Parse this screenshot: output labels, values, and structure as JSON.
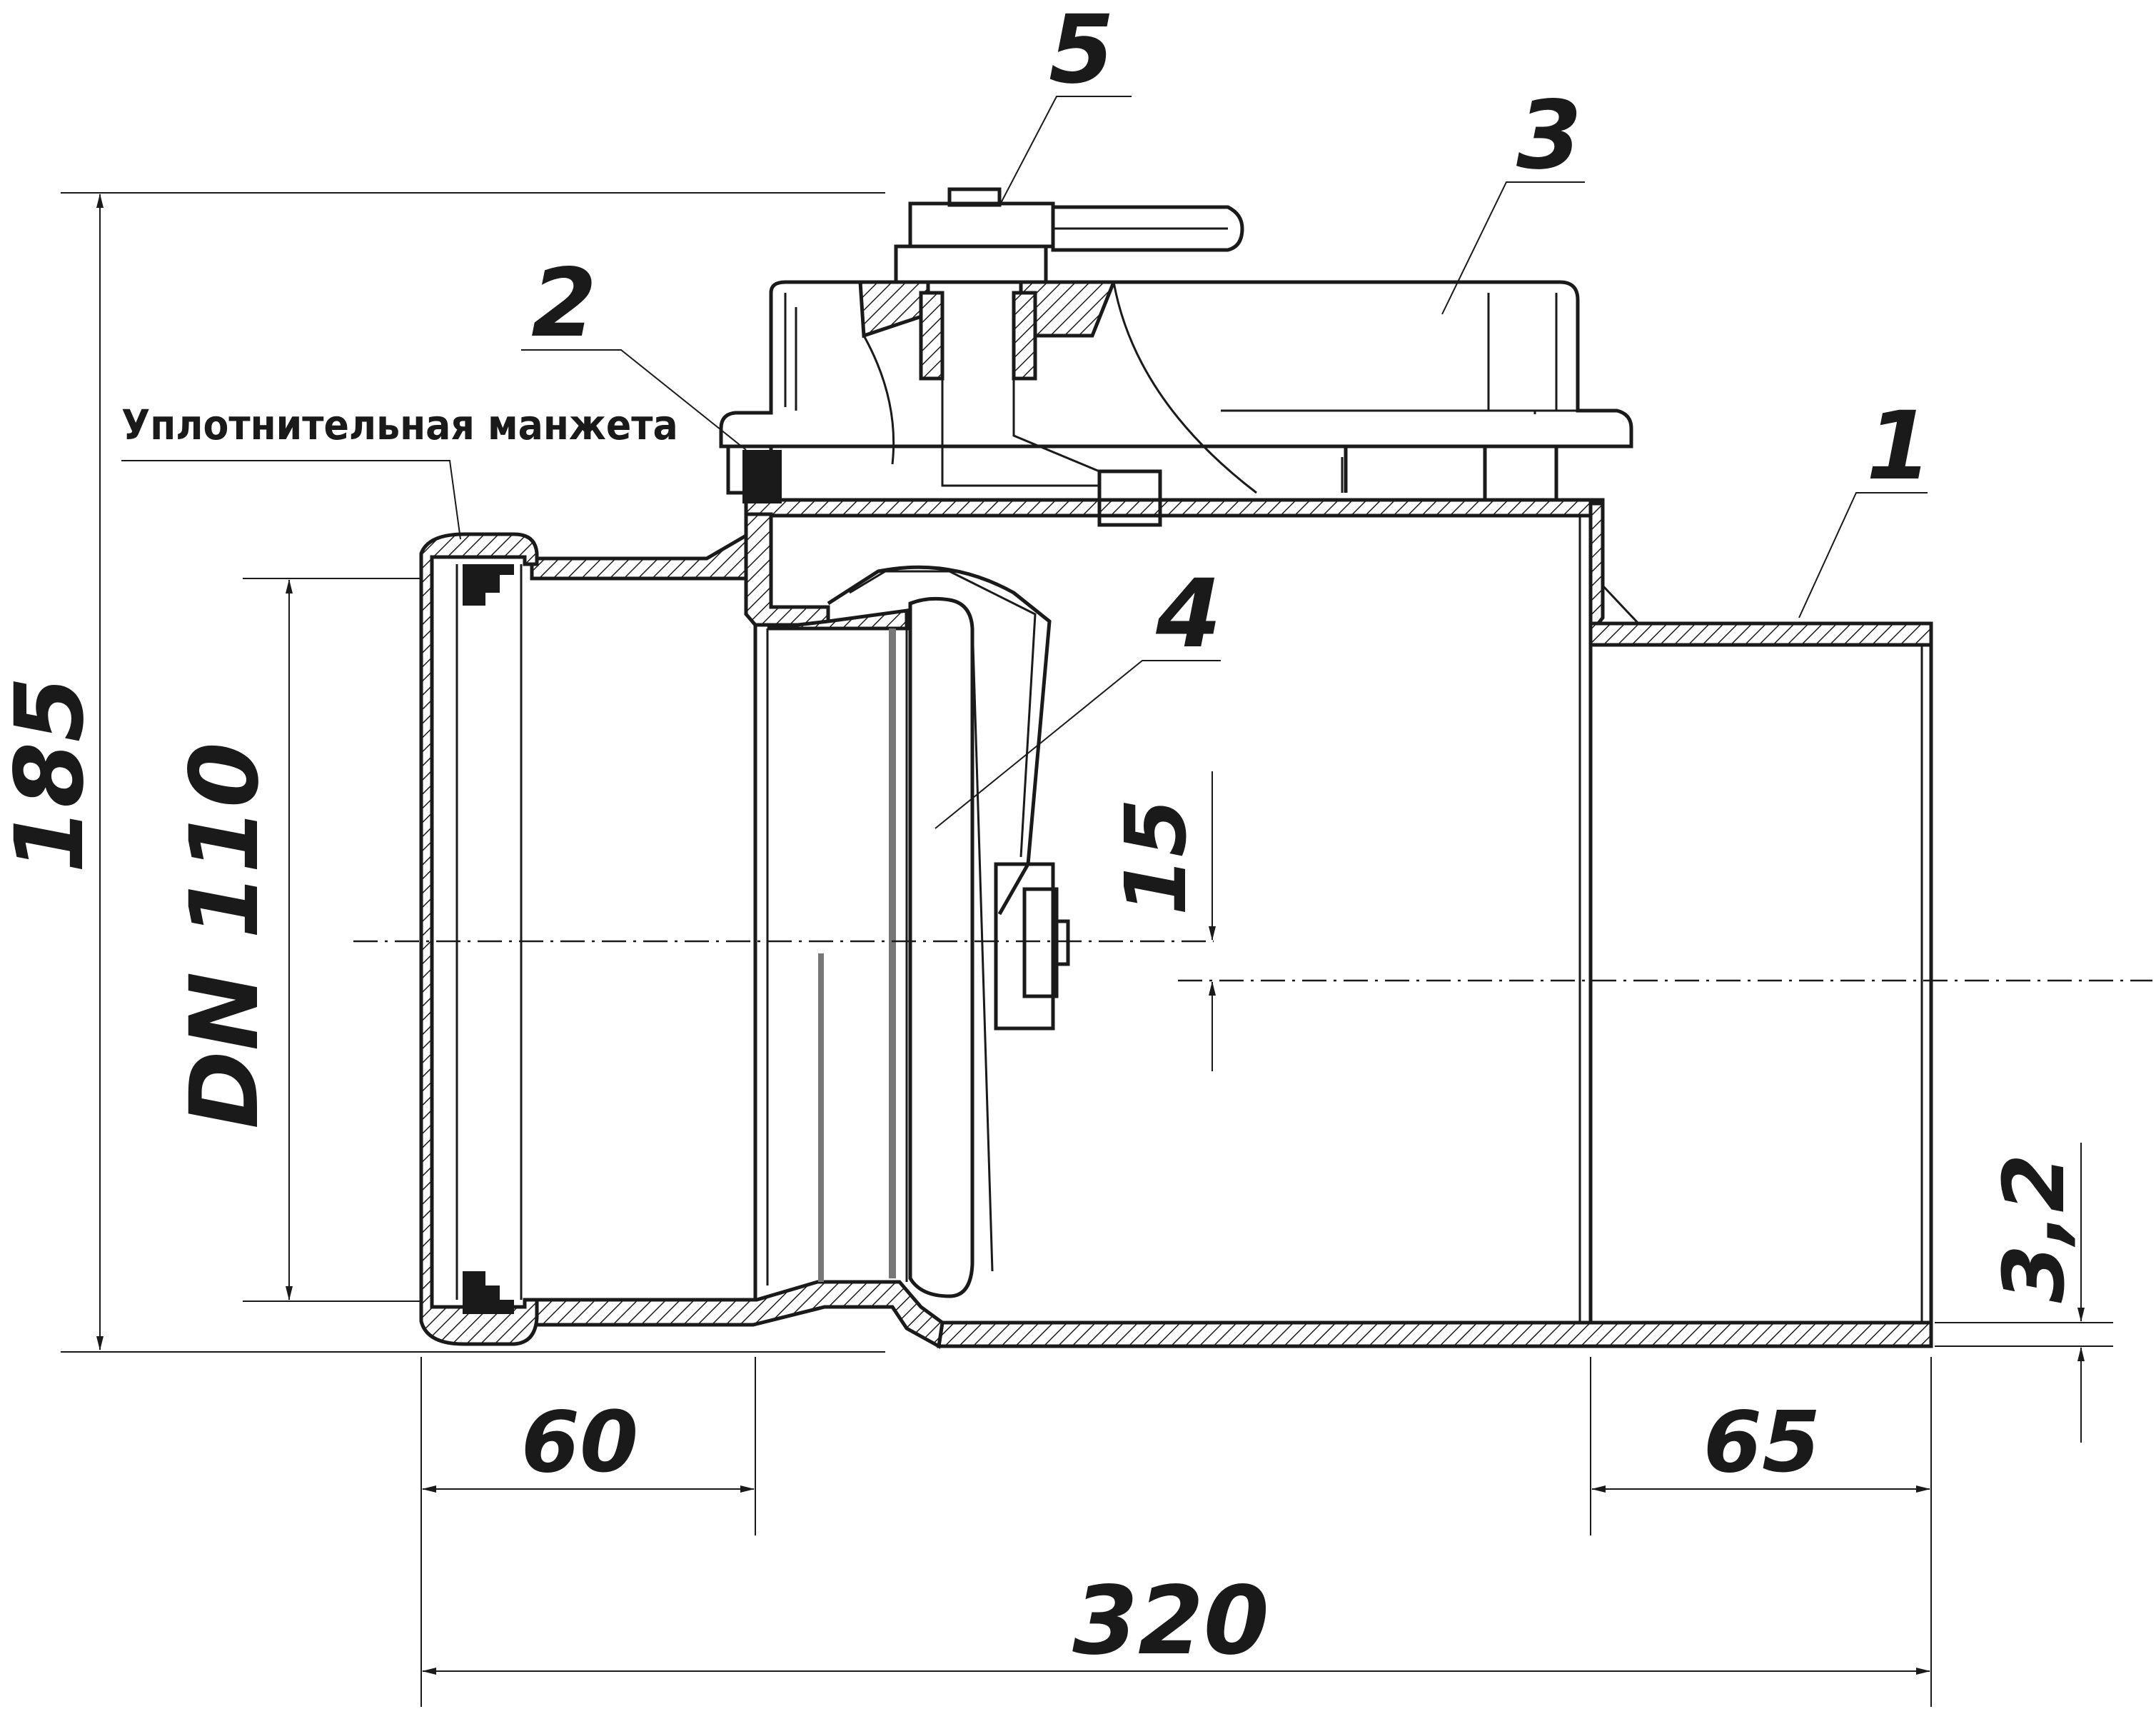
{
  "callouts": {
    "c1": "1",
    "c2": "2",
    "c3": "3",
    "c4": "4",
    "c5": "5"
  },
  "labels": {
    "seal": "Уплотнительная манжета"
  },
  "dimensions": {
    "total_height": "185",
    "nominal_diameter": "DN 110",
    "socket_length": "60",
    "spigot_length": "65",
    "total_length": "320",
    "axis_offset": "15",
    "wall_thickness": "3,2"
  }
}
